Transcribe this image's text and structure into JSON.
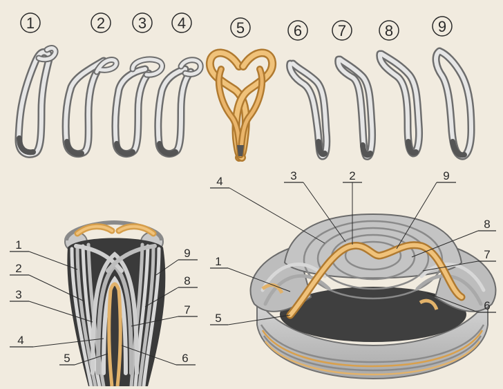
{
  "diagram": {
    "step_numbers": [
      "1",
      "2",
      "3",
      "4",
      "5",
      "6",
      "7",
      "8",
      "9"
    ],
    "front_labels": {
      "l1": "1",
      "l2": "2",
      "l3": "3",
      "l4": "4",
      "l5": "5",
      "r9": "9",
      "r8": "8",
      "r7": "7",
      "r6": "6"
    },
    "ring_labels": {
      "t4": "4",
      "t3": "3",
      "t2": "2",
      "t9": "9",
      "r8": "8",
      "r7": "7",
      "r6": "6",
      "l1": "1",
      "l5": "5"
    },
    "colors": {
      "background": "#f1ebdf",
      "silver": "#c9c9c9",
      "silver_shadow": "#6d6d6d",
      "gold": "#e2b26a",
      "ink": "#2a2a2a"
    }
  }
}
